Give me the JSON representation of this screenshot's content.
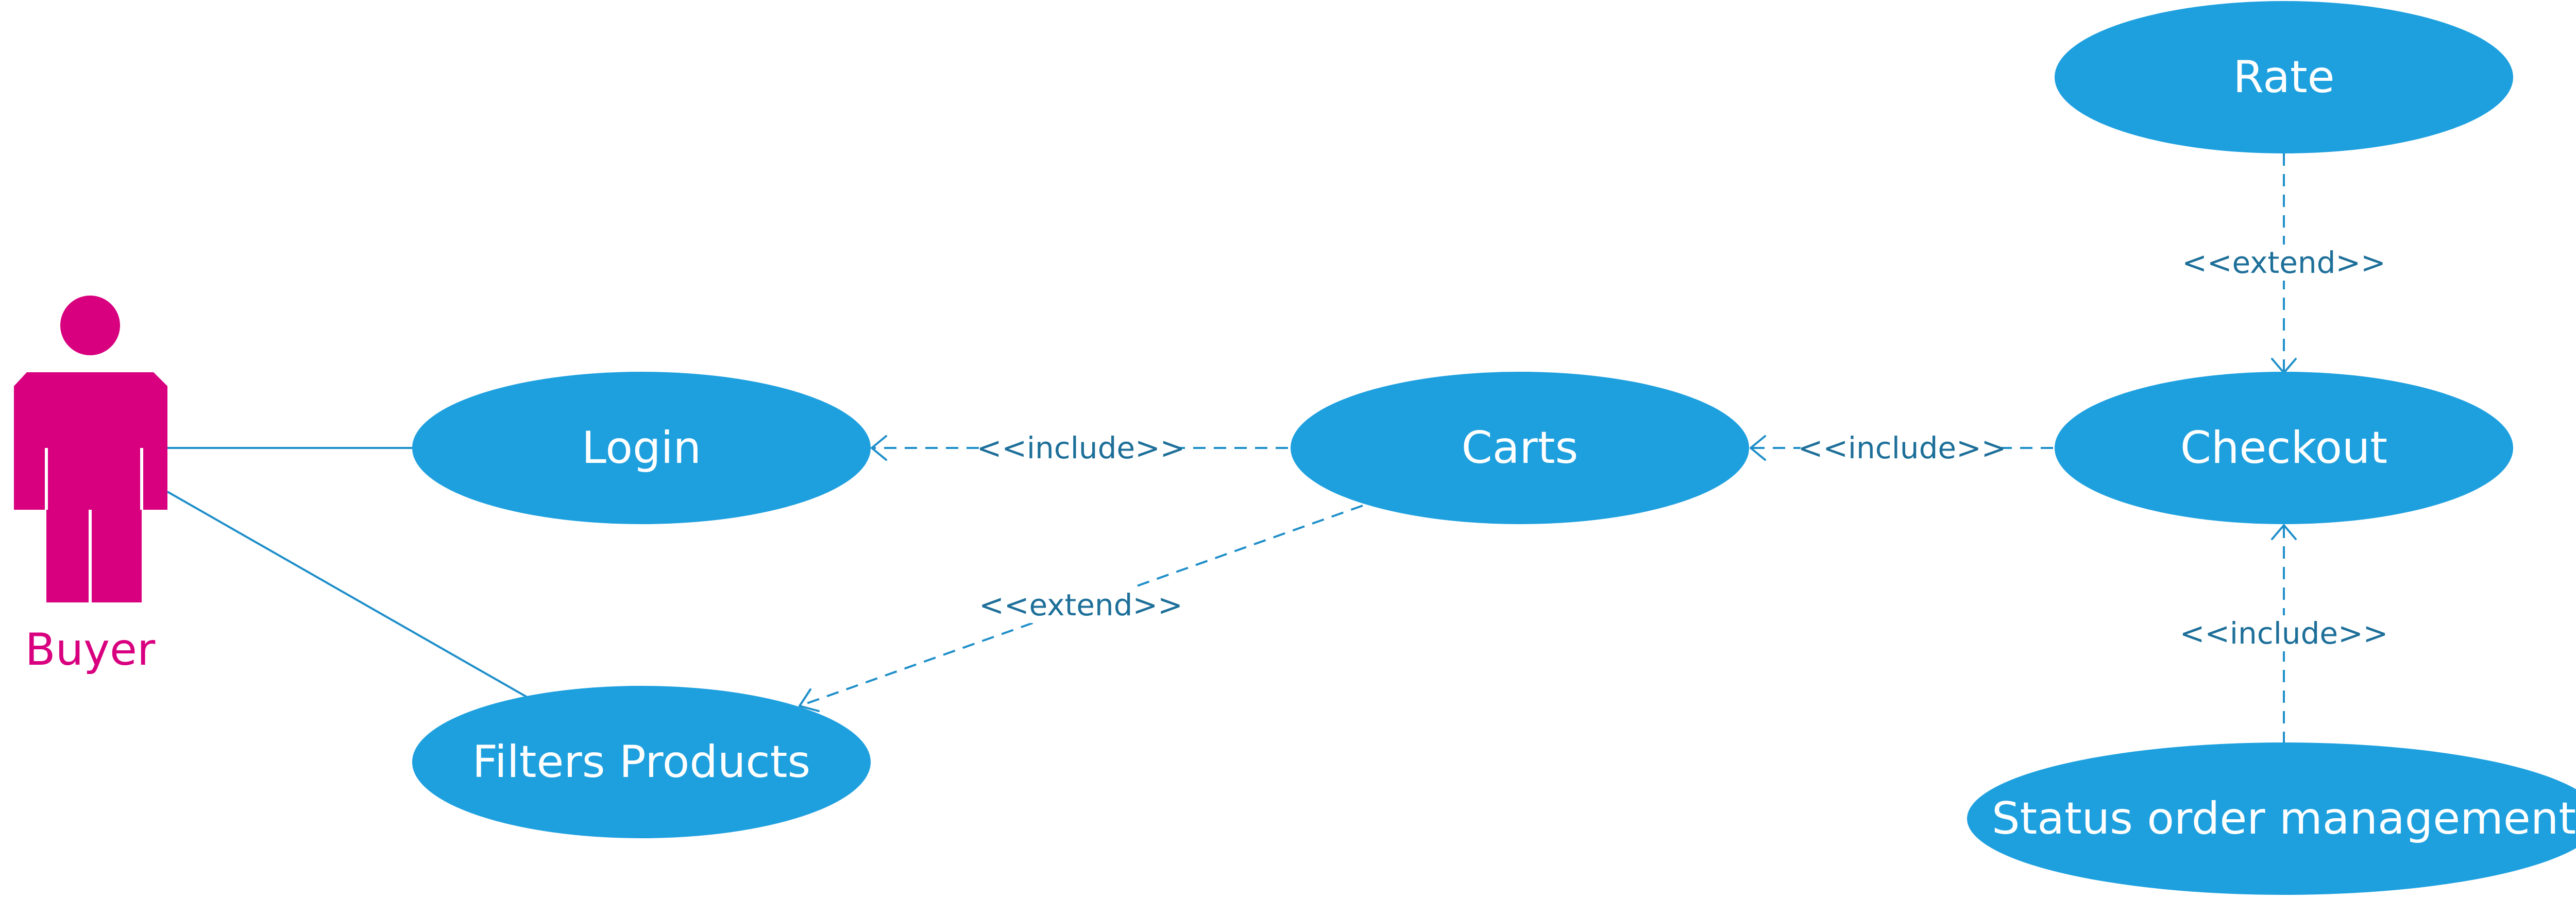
{
  "actor": {
    "label": "Buyer",
    "color": "#d8007f"
  },
  "use_cases": {
    "login": "Login",
    "filters": "Filters Products",
    "carts": "Carts",
    "checkout": "Checkout",
    "rate": "Rate",
    "status": "Status order management"
  },
  "relations": {
    "carts_login": "<<include>>",
    "carts_filters": "<<extend>>",
    "checkout_carts": "<<include>>",
    "rate_checkout": "<<extend>>",
    "status_checkout": "<<include>>"
  },
  "colors": {
    "use_case_fill": "#1ea0df",
    "line": "#1f8fc9",
    "stereotype_text": "#1d6f99"
  }
}
